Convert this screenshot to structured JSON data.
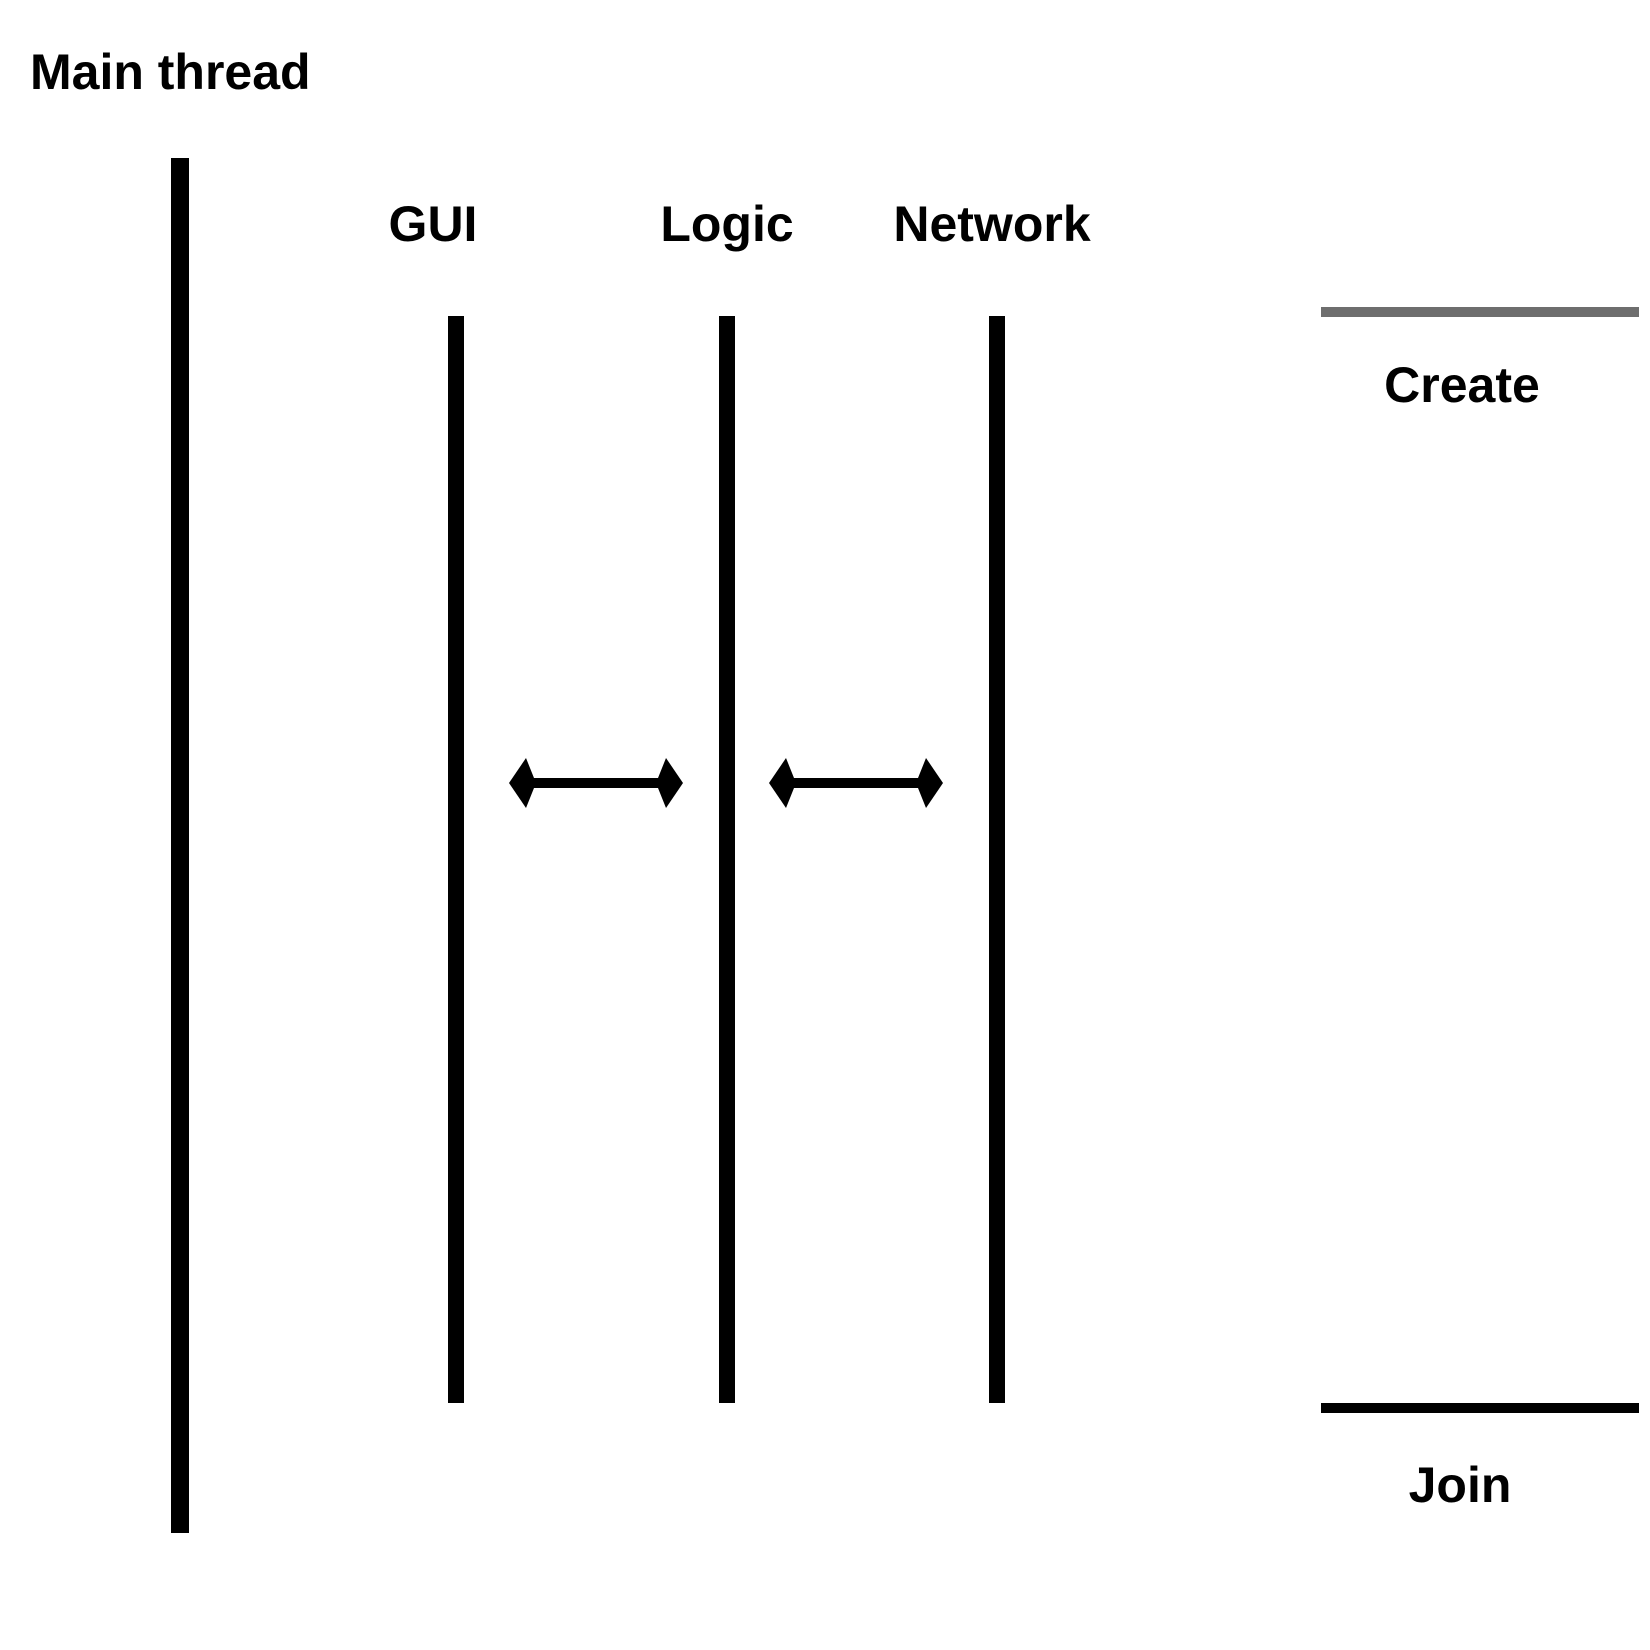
{
  "diagram": {
    "title": "Main thread",
    "background": "#ffffff",
    "line_color": "#000000",
    "threads": [
      {
        "label": "GUI"
      },
      {
        "label": "Logic"
      },
      {
        "label": "Network"
      }
    ],
    "arrows": [
      {
        "from": "GUI",
        "to": "Logic",
        "bidirectional": true
      },
      {
        "from": "Logic",
        "to": "Network",
        "bidirectional": true
      }
    ],
    "markers": {
      "create": {
        "label": "Create",
        "color": "#6e6e6e"
      },
      "join": {
        "label": "Join",
        "color": "#000000"
      }
    }
  }
}
